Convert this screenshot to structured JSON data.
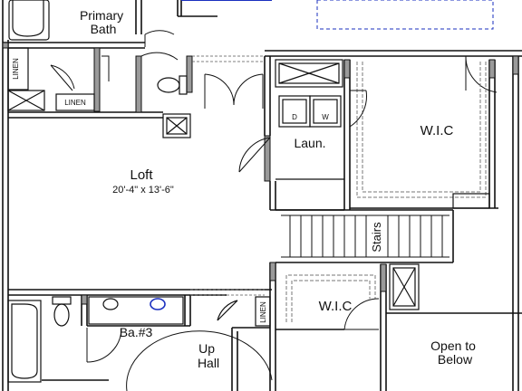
{
  "rooms": {
    "primary_bath": [
      "Primary",
      "Bath"
    ],
    "loft": "Loft",
    "loft_dims": "20'-4\" x 13'-6\"",
    "laundry": "Laun.",
    "wic_right": "W.I.C",
    "wic_lower": "W.I.C",
    "bath3": "Ba.#3",
    "up_hall": [
      "Up",
      "Hall"
    ],
    "open_below": [
      "Open to",
      "Below"
    ],
    "stairs": "Stairs"
  },
  "labels": {
    "linen_left": "LINEN",
    "linen_mid": "LINEN",
    "linen_lower": "LINEN",
    "dryer": "D",
    "washer": "W"
  },
  "colors": {
    "wall": "#111111",
    "wall_fill": "#9a9a9a",
    "accent": "#1a2fbf",
    "fixture": "#555555"
  }
}
